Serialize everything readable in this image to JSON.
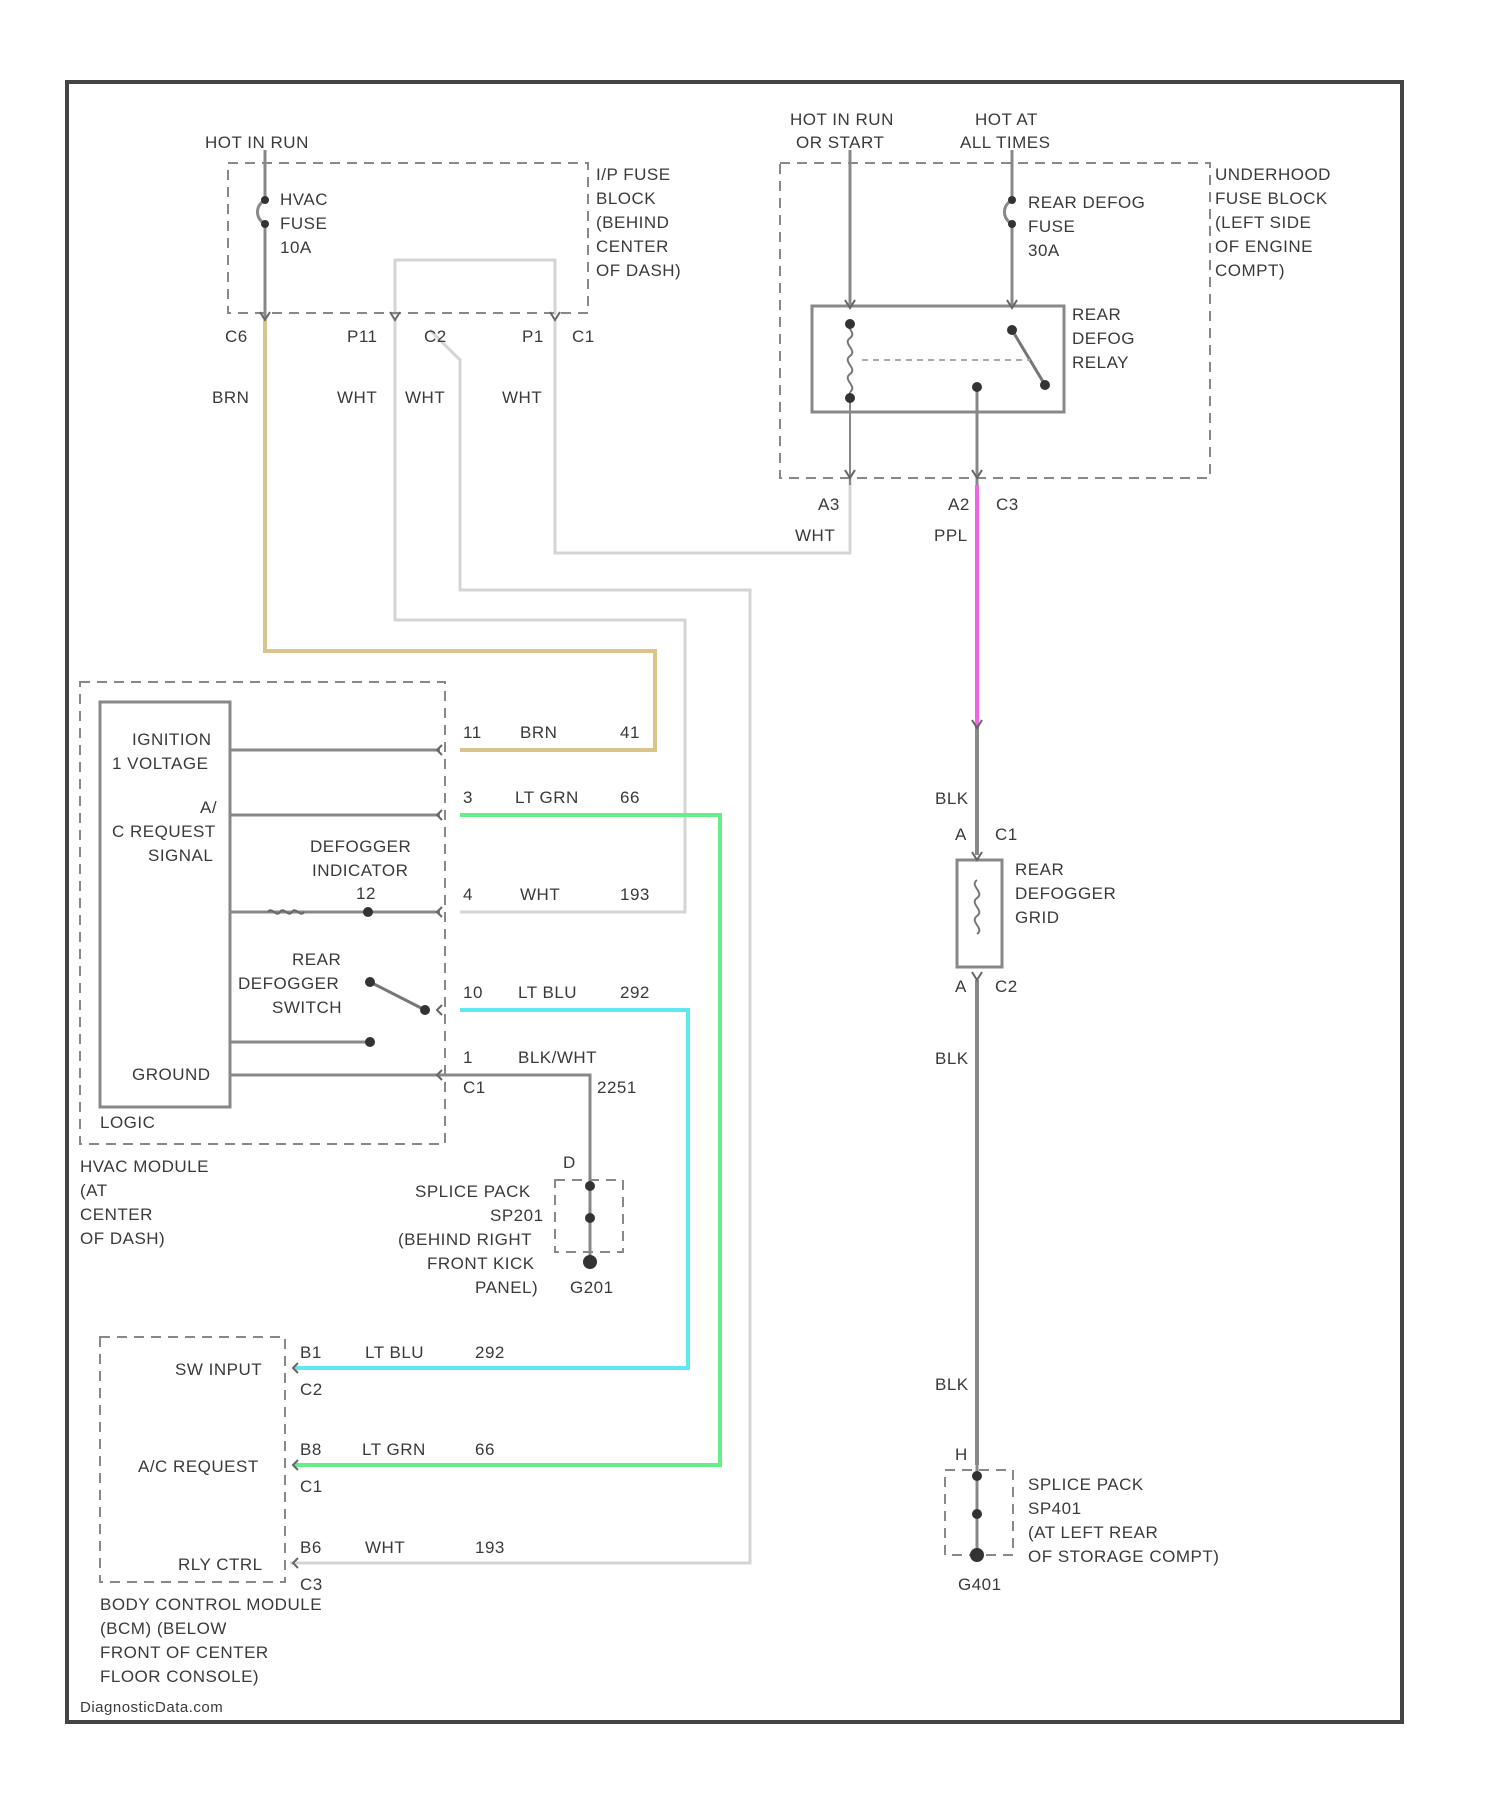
{
  "colors": {
    "brown_wire": "#d9c58a",
    "white_wire": "#d4d4d4",
    "pink_wire": "#ee66e6",
    "green_wire": "#66ee88",
    "blue_wire": "#5fe8f0",
    "black_wire": "#888888",
    "frame": "#444444"
  },
  "fuse_block": {
    "source": "HOT IN RUN",
    "fuse": [
      "HVAC",
      "FUSE",
      "10A"
    ],
    "title": [
      "I/P FUSE",
      "BLOCK",
      "(BEHIND",
      "CENTER",
      "OF DASH)"
    ],
    "pin_c6": "C6",
    "pin_p11": "P11",
    "pin_c2": "C2",
    "pin_p1": "P1",
    "pin_c1": "C1"
  },
  "underhood": {
    "source_left": [
      "HOT IN RUN",
      "OR START"
    ],
    "source_right": [
      "HOT AT",
      "ALL TIMES"
    ],
    "title": [
      "UNDERHOOD",
      "FUSE BLOCK",
      "(LEFT SIDE",
      "OF ENGINE",
      "COMPT)"
    ],
    "fuse": [
      "REAR DEFOG",
      "FUSE",
      "30A"
    ],
    "relay": [
      "REAR",
      "DEFOG",
      "RELAY"
    ],
    "pin_a3": "A3",
    "pin_a2": "A2",
    "pin_c3": "C3"
  },
  "wires": {
    "brn": "BRN",
    "wht": "WHT",
    "ppl": "PPL",
    "lt_grn": "LT GRN",
    "lt_blu": "LT BLU",
    "blk_wht": "BLK/WHT",
    "blk": "BLK"
  },
  "hvac": {
    "ignition": [
      "IGNITION",
      "1 VOLTAGE"
    ],
    "ac_request": [
      "A/",
      "C REQUEST",
      "SIGNAL"
    ],
    "indicator": [
      "DEFOGGER",
      "INDICATOR"
    ],
    "switch": [
      "REAR",
      "DEFOGGER",
      "SWITCH"
    ],
    "ground": "GROUND",
    "logic": "LOGIC",
    "title": [
      "HVAC MODULE",
      "(AT",
      "CENTER",
      "OF DASH)"
    ],
    "pin_11": "11",
    "pin_3": "3",
    "pin_4": "4",
    "pin_10": "10",
    "pin_1": "1",
    "conn_c1": "C1",
    "circ_41": "41",
    "circ_66": "66",
    "circ_193": "193",
    "circ_292": "292",
    "circ_2251": "2251",
    "pin_d": "D",
    "ind_pin": "12"
  },
  "splice_sp201": {
    "label": [
      "SPLICE PACK",
      "SP201",
      "(BEHIND RIGHT",
      "FRONT KICK",
      "PANEL)"
    ],
    "ground": "G201"
  },
  "grid": {
    "pin_a_top": "A",
    "conn_c1": "C1",
    "label": [
      "REAR",
      "DEFOGGER",
      "GRID"
    ],
    "pin_a_bottom": "A",
    "conn_c2": "C2"
  },
  "splice_sp401": {
    "pin_h": "H",
    "label": [
      "SPLICE PACK",
      "SP401",
      "(AT LEFT REAR",
      "OF STORAGE COMPT)"
    ],
    "ground": "G401"
  },
  "bcm": {
    "sw_input": "SW INPUT",
    "ac_request": "A/C REQUEST",
    "rly_ctrl": "RLY CTRL",
    "pin_b1": "B1",
    "pin_b8": "B8",
    "pin_b6": "B6",
    "conn_c2": "C2",
    "conn_c1": "C1",
    "conn_c3": "C3",
    "title": [
      "BODY CONTROL MODULE",
      "(BCM) (BELOW",
      "FRONT OF CENTER",
      "FLOOR CONSOLE)"
    ]
  },
  "watermark": "DiagnosticData.com"
}
